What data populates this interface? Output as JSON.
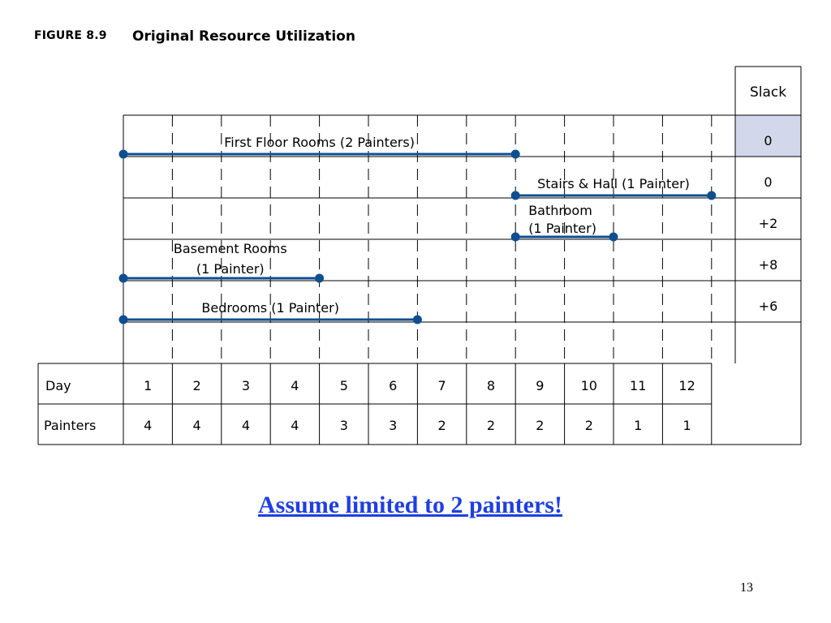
{
  "figure": {
    "label": "FIGURE 8.9",
    "title": "Original Resource Utilization"
  },
  "slack_header": "Slack",
  "tasks": [
    {
      "label_lines": [
        "First Floor Rooms (2 Painters)"
      ],
      "start": 0,
      "end": 8,
      "slack": "0",
      "critical": true
    },
    {
      "label_lines": [
        "Stairs & Hall (1 Painter)"
      ],
      "start": 8,
      "end": 12,
      "slack": "0",
      "critical": false
    },
    {
      "label_lines": [
        "Bathroom",
        "(1 Painter)"
      ],
      "start": 8,
      "end": 10,
      "slack": "+2",
      "critical": false
    },
    {
      "label_lines": [
        "Basement Rooms",
        "(1 Painter)"
      ],
      "start": 0,
      "end": 4,
      "slack": "+8",
      "critical": false
    },
    {
      "label_lines": [
        "Bedrooms (1 Painter)"
      ],
      "start": 0,
      "end": 6,
      "slack": "+6",
      "critical": false
    }
  ],
  "table": {
    "row_labels": [
      "Day",
      "Painters"
    ],
    "days": [
      "1",
      "2",
      "3",
      "4",
      "5",
      "6",
      "7",
      "8",
      "9",
      "10",
      "11",
      "12"
    ],
    "painters": [
      "4",
      "4",
      "4",
      "4",
      "3",
      "3",
      "2",
      "2",
      "2",
      "2",
      "1",
      "1"
    ]
  },
  "colors": {
    "bar": "#0f4f8f",
    "critical_fill": "#d3d7ec",
    "link": "#1f3fe0"
  },
  "footer": {
    "assume_text": "Assume limited to 2 painters!",
    "page_number": "13"
  }
}
